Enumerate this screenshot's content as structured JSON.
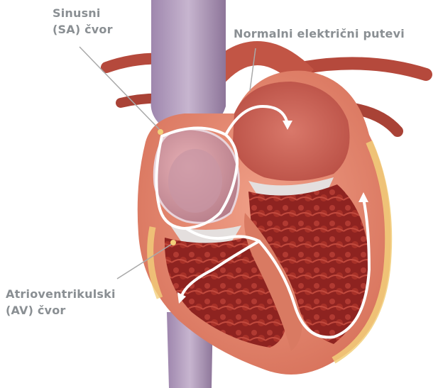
{
  "labels": {
    "sa_node": [
      "Sinusni",
      "(SA) čvor"
    ],
    "pathways": "Normalni električni putevi",
    "av_node": [
      "Atrioventrikulski",
      "(AV) čvor"
    ]
  },
  "colors": {
    "label_text": "#8a8f93",
    "leader_line": "#a9a9a9",
    "muscle": "#e0826a",
    "chamber": "#9c2a28",
    "vessel": "#b04a3c",
    "vena_cava": "#a08ab0",
    "valve": "#dcdcdc",
    "fat": "#f2cf7a",
    "pathway": "#ffffff"
  }
}
